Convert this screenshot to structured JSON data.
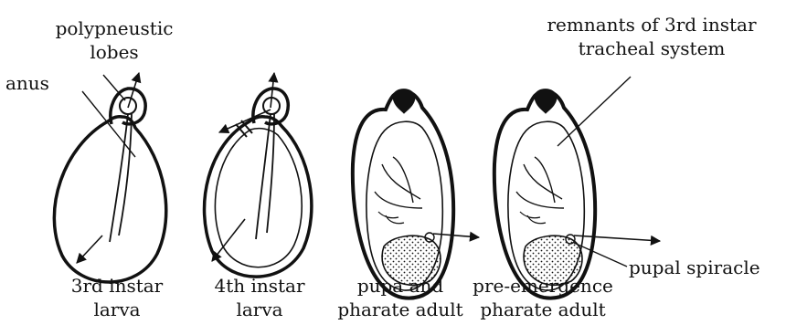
{
  "annotations": {
    "polypneustic_1": "polypneustic",
    "polypneustic_2": "lobes",
    "anus": "anus",
    "remnants_1": "remnants of 3rd instar",
    "remnants_2": "tracheal system",
    "pupal_spiracle": "pupal spiracle"
  },
  "stages": [
    {
      "line1": "3rd instar",
      "line2": "larva"
    },
    {
      "line1": "4th instar",
      "line2": "larva"
    },
    {
      "line1": "pupa and",
      "line2": "pharate adult"
    },
    {
      "line1": "pre-emergence",
      "line2": "pharate adult"
    }
  ]
}
